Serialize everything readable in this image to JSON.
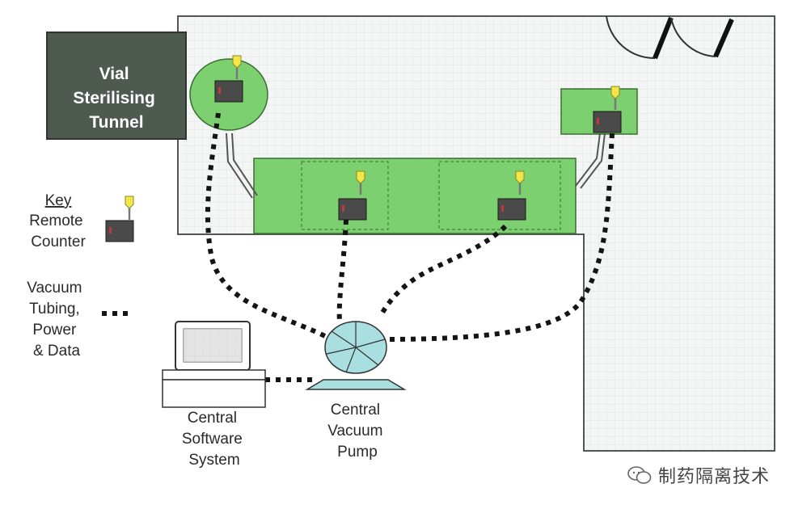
{
  "tunnel": {
    "lines": [
      "Vial",
      "Sterilising",
      "Tunnel"
    ]
  },
  "key": {
    "title": "Key",
    "counter_label": [
      "Remote",
      "Counter"
    ],
    "tubing_label": [
      "Vacuum",
      "Tubing,",
      "Power",
      "& Data"
    ]
  },
  "software": {
    "lines": [
      "Central",
      "Software",
      "System"
    ]
  },
  "pump": {
    "lines": [
      "Central",
      "Vacuum",
      "Pump"
    ]
  },
  "watermark": {
    "text": "制药隔离技术"
  },
  "colors": {
    "room_fill": "#f4f5f5",
    "room_border": "#555555",
    "green_zone": "#7dd06f",
    "tunnel_fill": "#4e5a50",
    "counter_box": "#4a4a4a",
    "probe_yellow": "#f4e64a",
    "pump_fill": "#a9dfe0",
    "tubing": "#141414"
  }
}
